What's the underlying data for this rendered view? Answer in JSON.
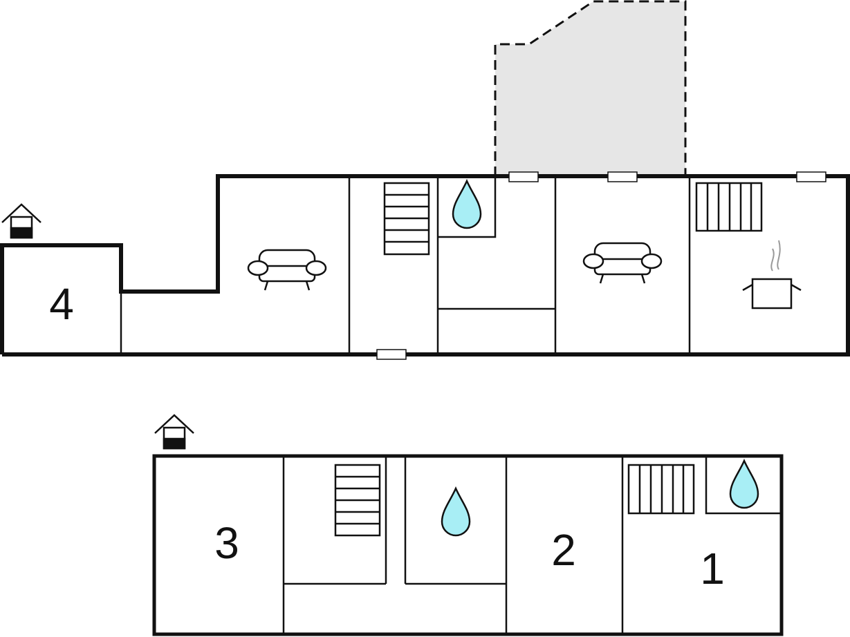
{
  "floor_plan": {
    "upper_floor": {
      "room_labels": [
        "4"
      ]
    },
    "lower_floor": {
      "room_labels": [
        "3",
        "2",
        "1"
      ]
    },
    "colors": {
      "wall": "#111111",
      "terrace": "#e6e6e6",
      "water": "#a8eef5"
    }
  }
}
